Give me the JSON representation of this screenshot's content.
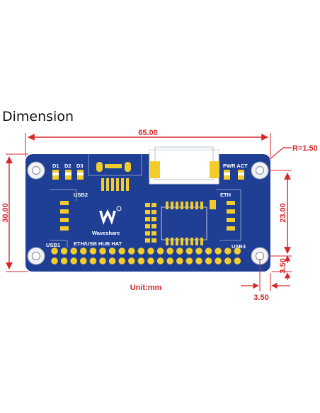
{
  "heading": "Dimension",
  "dimensions": {
    "width": "65.00",
    "height": "30.00",
    "hole_spacing": "23.00",
    "corner_radius": "R=1.50",
    "hole_offset_x": "3.50",
    "hole_offset_y": "3.50",
    "unit": "Unit:mm"
  },
  "board": {
    "brand": "Waveshare",
    "product": "ETH/USB HUB HAT",
    "labels": {
      "d1": "D1",
      "d2": "D2",
      "d3": "D3",
      "usb1": "USB1",
      "usb2": "USB2",
      "usb3": "USB3",
      "pwr_act": "PWR ACT",
      "eth": "ETH"
    }
  },
  "colors": {
    "dimension": "#d8262a",
    "pcb": "#1f3f95",
    "pad": "#f2cc2a"
  }
}
